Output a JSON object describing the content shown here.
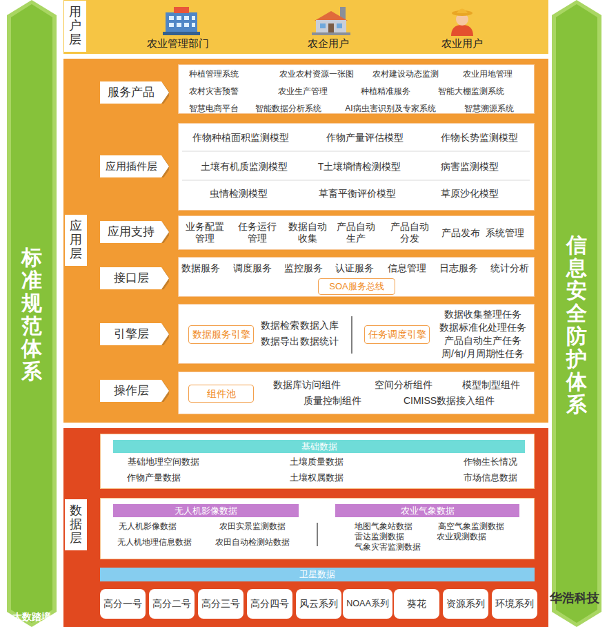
{
  "diagram": {
    "nodes": [
      {
        "text": [
          "标准规范体系"
        ]
      },
      {
        "text": [
          "用户层",
          "农业管理部门",
          "农企用户",
          "农业用户"
        ]
      },
      {
        "text": [
          "信息安全防护体系"
        ]
      },
      {
        "text": [
          "应用层"
        ]
      },
      {
        "text": [
          "服务产品"
        ],
        "in": 3
      },
      {
        "text": [
          "种植管理系统",
          "农业农村资源一张图",
          "农村建设动态监测",
          "农业用地管理",
          "农村灾害预警",
          "农业生产管理",
          "种植精准服务",
          "智能大棚监测系统",
          "智慧电商平台",
          "智能数据分析系统",
          "AI病虫害识别及专家系统",
          "智慧溯源系统"
        ],
        "in": 3
      },
      {
        "text": [
          "应用插件层"
        ],
        "in": 3
      },
      {
        "text": [
          "作物种植面积监测模型",
          "作物产量评估模型",
          "作物长势监测模型",
          "土壤有机质监测模型",
          "T土壤墒情检测模型",
          "病害监测模型",
          "虫情检测模型",
          "草畜平衡评价模型",
          "草原沙化模型"
        ],
        "in": 3
      },
      {
        "text": [
          "应用支持"
        ],
        "in": 3
      },
      {
        "text": [
          "业务配置 管理",
          "任务运行 管理",
          "数据自动 收集",
          "产品自动 生产",
          "产品自动 分发",
          "产品发布",
          "系统管理"
        ],
        "in": 3
      },
      {
        "text": [
          "接口层"
        ],
        "in": 3
      },
      {
        "text": [
          "数据服务",
          "调度服务",
          "监控服务",
          "认证服务",
          "信息管理",
          "日志服务",
          "统计分析"
        ],
        "in": 3
      },
      {
        "text": [
          "SOA服务总线"
        ],
        "in": 11
      },
      {
        "text": [
          "引擎层"
        ],
        "in": 3
      },
      {
        "text": [
          "数据检索",
          "数据入库",
          "数据导出",
          "数据统计",
          "数据收集整理任务",
          "数据标准化处理任务",
          "产品自动生产任务",
          "周/旬/月周期性任务"
        ],
        "in": 3
      },
      {
        "text": [
          "数据服务引擎"
        ],
        "in": 14
      },
      {
        "text": [
          "任务调度引擎"
        ],
        "in": 14
      },
      {
        "text": [
          "操作层"
        ],
        "in": 3
      },
      {
        "text": [
          "数据库访问组件",
          "空间分析组件",
          "模型制型组件",
          "质量控制组件",
          "CIMISS数据接入组件"
        ],
        "in": 3
      },
      {
        "text": [
          "组件池"
        ],
        "in": 18
      },
      {
        "text": [
          "数据层"
        ]
      },
      {
        "text": [
          "基础地理空间数据",
          "土壤质量数据",
          "作物生长情况",
          "作物产量数据",
          "土壤权属数据",
          "市场信息数据"
        ],
        "in": 20
      },
      {
        "text": [
          "基础数据"
        ],
        "in": 21
      },
      {
        "text": [
          "无人机影像数据",
          "农田实景监测数据",
          "无人机地理信息数据",
          "农田自动检测站数据",
          "地图气象站数据",
          "高空气象监测数据",
          "雷达监测数据",
          "农业观测数据",
          "气象灾害监测数据"
        ],
        "in": 20
      },
      {
        "text": [
          "无人机影像数据"
        ],
        "in": 23
      },
      {
        "text": [
          "农业气象数据"
        ],
        "in": 23
      },
      {
        "text": [
          "卫星数据"
        ],
        "in": 20
      },
      {
        "text": [
          "高分一号"
        ],
        "in": 20
      },
      {
        "text": [
          "高分二号"
        ],
        "in": 20
      },
      {
        "text": [
          "高分三号"
        ],
        "in": 20
      },
      {
        "text": [
          "高分四号"
        ],
        "in": 20
      },
      {
        "text": [
          "风云系列"
        ],
        "in": 20
      },
      {
        "text": [
          "NOAA系列"
        ],
        "in": 20
      },
      {
        "text": [
          "葵花"
        ],
        "in": 20
      },
      {
        "text": [
          "资源系列"
        ],
        "in": 20
      },
      {
        "text": [
          "环境系列"
        ],
        "in": 20
      }
    ],
    "labels": [
      "大数踏境",
      "华浩科技"
    ]
  }
}
